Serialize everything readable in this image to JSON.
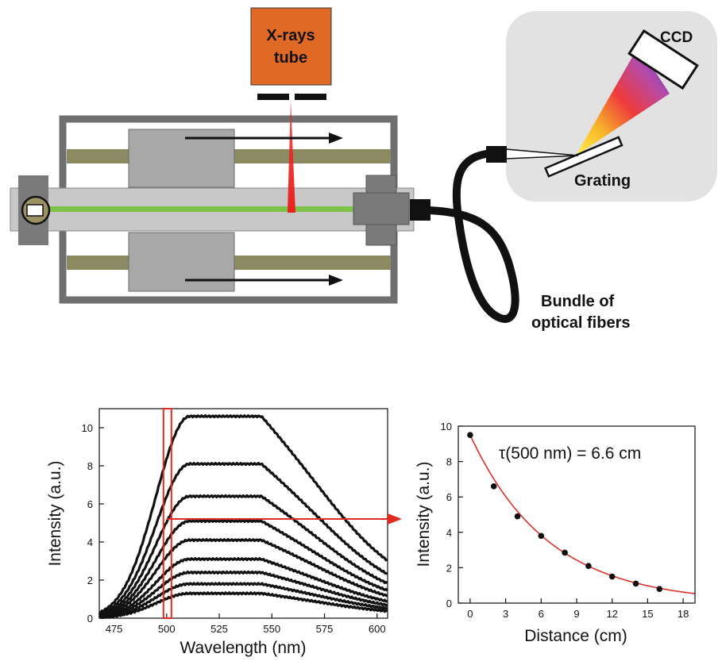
{
  "diagram": {
    "xray_tube_line1": "X-rays",
    "xray_tube_line2": "tube",
    "ccd_label": "CCD",
    "grating_label": "Grating",
    "fibers_label_line1": "Bundle of",
    "fibers_label_line2": "optical fibers"
  },
  "colors": {
    "tube": "#e06a25",
    "frame": "#6f6f6f",
    "rail": "#8c8a62",
    "block": "#a8a8a8",
    "rod": "#c8c8c8",
    "fiber_glow": "#7dc24a",
    "beam": "#e8221f",
    "spectrometer_bg": "#e2e2e2",
    "fit_line": "#d9312b",
    "highlight": "#e32a22"
  },
  "chart_data": [
    {
      "type": "line",
      "title": "",
      "xlabel": "Wavelength (nm)",
      "ylabel": "Intensity (a.u.)",
      "xlim": [
        468,
        605
      ],
      "ylim": [
        0,
        11
      ],
      "xticks": [
        475,
        500,
        525,
        550,
        575,
        600
      ],
      "yticks": [
        0,
        2,
        4,
        6,
        8,
        10
      ],
      "highlight_wavelength": 500,
      "series": [
        {
          "peak": 10.6
        },
        {
          "peak": 8.1
        },
        {
          "peak": 6.4
        },
        {
          "peak": 5.1
        },
        {
          "peak": 4.1
        },
        {
          "peak": 3.1
        },
        {
          "peak": 2.4
        },
        {
          "peak": 1.8
        },
        {
          "peak": 1.3
        }
      ]
    },
    {
      "type": "scatter",
      "title": "",
      "annotation": "τ(500 nm) = 6.6 cm",
      "xlabel": "Distance (cm)",
      "ylabel": "Intensity (a.u.)",
      "xlim": [
        -1,
        19
      ],
      "ylim": [
        0,
        10
      ],
      "xticks": [
        0,
        3,
        6,
        9,
        12,
        15,
        18
      ],
      "yticks": [
        0,
        2,
        4,
        6,
        8,
        10
      ],
      "points": [
        {
          "x": 0,
          "y": 9.5
        },
        {
          "x": 2,
          "y": 6.6
        },
        {
          "x": 4,
          "y": 4.9
        },
        {
          "x": 6,
          "y": 3.8
        },
        {
          "x": 8,
          "y": 2.85
        },
        {
          "x": 10,
          "y": 2.1
        },
        {
          "x": 12,
          "y": 1.5
        },
        {
          "x": 14,
          "y": 1.1
        },
        {
          "x": 16,
          "y": 0.8
        }
      ],
      "fit": {
        "A": 9.5,
        "tau": 6.6
      }
    }
  ]
}
